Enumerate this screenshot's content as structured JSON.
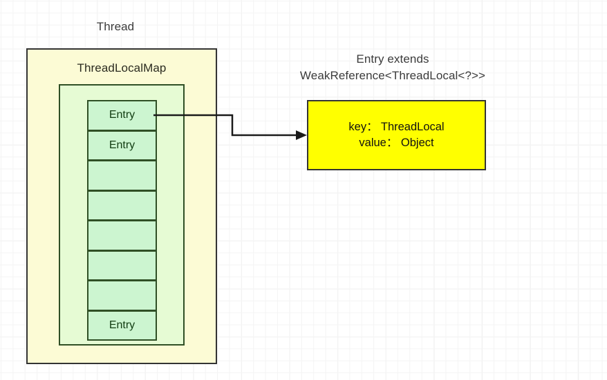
{
  "diagram": {
    "title_label": "Thread",
    "inner_title_label": "ThreadLocalMap",
    "entry_caption_line1": "Entry extends",
    "entry_caption_line2": "WeakReference<ThreadLocal<?>>",
    "entry_cells": [
      {
        "label": "Entry"
      },
      {
        "label": "Entry"
      },
      {
        "label": ""
      },
      {
        "label": ""
      },
      {
        "label": ""
      },
      {
        "label": ""
      },
      {
        "label": ""
      },
      {
        "label": "Entry"
      }
    ],
    "entry_detail": {
      "key_row": "key： ThreadLocal",
      "value_row": "value： Object"
    },
    "colors": {
      "thread_fill": "#fcfbd5",
      "thread_stroke": "#333333",
      "map_fill": "#e6fbd4",
      "map_stroke": "#2f4f25",
      "entry_fill": "#ccf5d0",
      "entry_stroke": "#2f4f25",
      "detail_fill": "#ffff00",
      "detail_stroke": "#333333",
      "connector_stroke": "#1a1a1a",
      "grid_line": "#e6e6e6",
      "background": "#ffffff"
    }
  }
}
